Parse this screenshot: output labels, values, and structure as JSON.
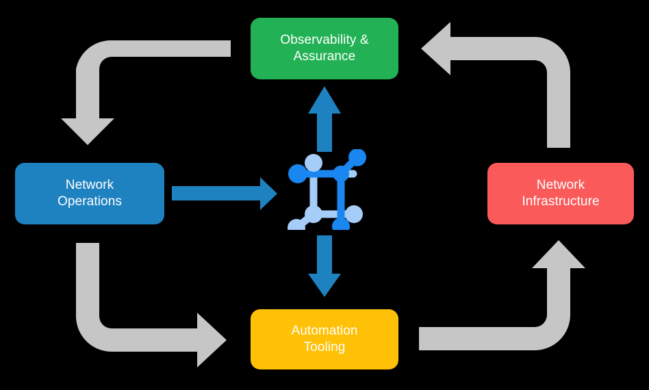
{
  "diagram": {
    "title": "Network automation lifecycle cycle diagram",
    "background_color": "#000000",
    "center_icon": {
      "name": "network-topology-icon",
      "node_color_primary": "#1a86f0",
      "node_color_secondary": "#a6cdf7"
    },
    "nodes": [
      {
        "id": "observability-assurance",
        "label": "Observability &\nAssurance",
        "color": "#22b255",
        "position": "top"
      },
      {
        "id": "network-operations",
        "label": "Network\nOperations",
        "color": "#1f82c0",
        "position": "left"
      },
      {
        "id": "network-infrastructure",
        "label": "Network\nInfrastructure",
        "color": "#fa5a5a",
        "position": "right"
      },
      {
        "id": "automation-tooling",
        "label": "Automation\nTooling",
        "color": "#ffc107",
        "position": "bottom"
      }
    ],
    "center_arrows": [
      {
        "id": "arrow-center-to-observability",
        "direction": "up",
        "color": "#1f82c0"
      },
      {
        "id": "arrow-operations-to-center",
        "direction": "right",
        "color": "#1f82c0"
      },
      {
        "id": "arrow-center-to-automation",
        "direction": "down",
        "color": "#1f82c0"
      }
    ],
    "cycle_arrows": [
      {
        "id": "arrow-observability-to-operations",
        "corner": "top-left",
        "color": "#c6c6c6",
        "points_to": "down"
      },
      {
        "id": "arrow-infrastructure-to-observability",
        "corner": "top-right",
        "color": "#c6c6c6",
        "points_to": "left"
      },
      {
        "id": "arrow-operations-to-automation",
        "corner": "bottom-left",
        "color": "#c6c6c6",
        "points_to": "right"
      },
      {
        "id": "arrow-automation-to-infrastructure",
        "corner": "bottom-right",
        "color": "#c6c6c6",
        "points_to": "up"
      }
    ]
  }
}
